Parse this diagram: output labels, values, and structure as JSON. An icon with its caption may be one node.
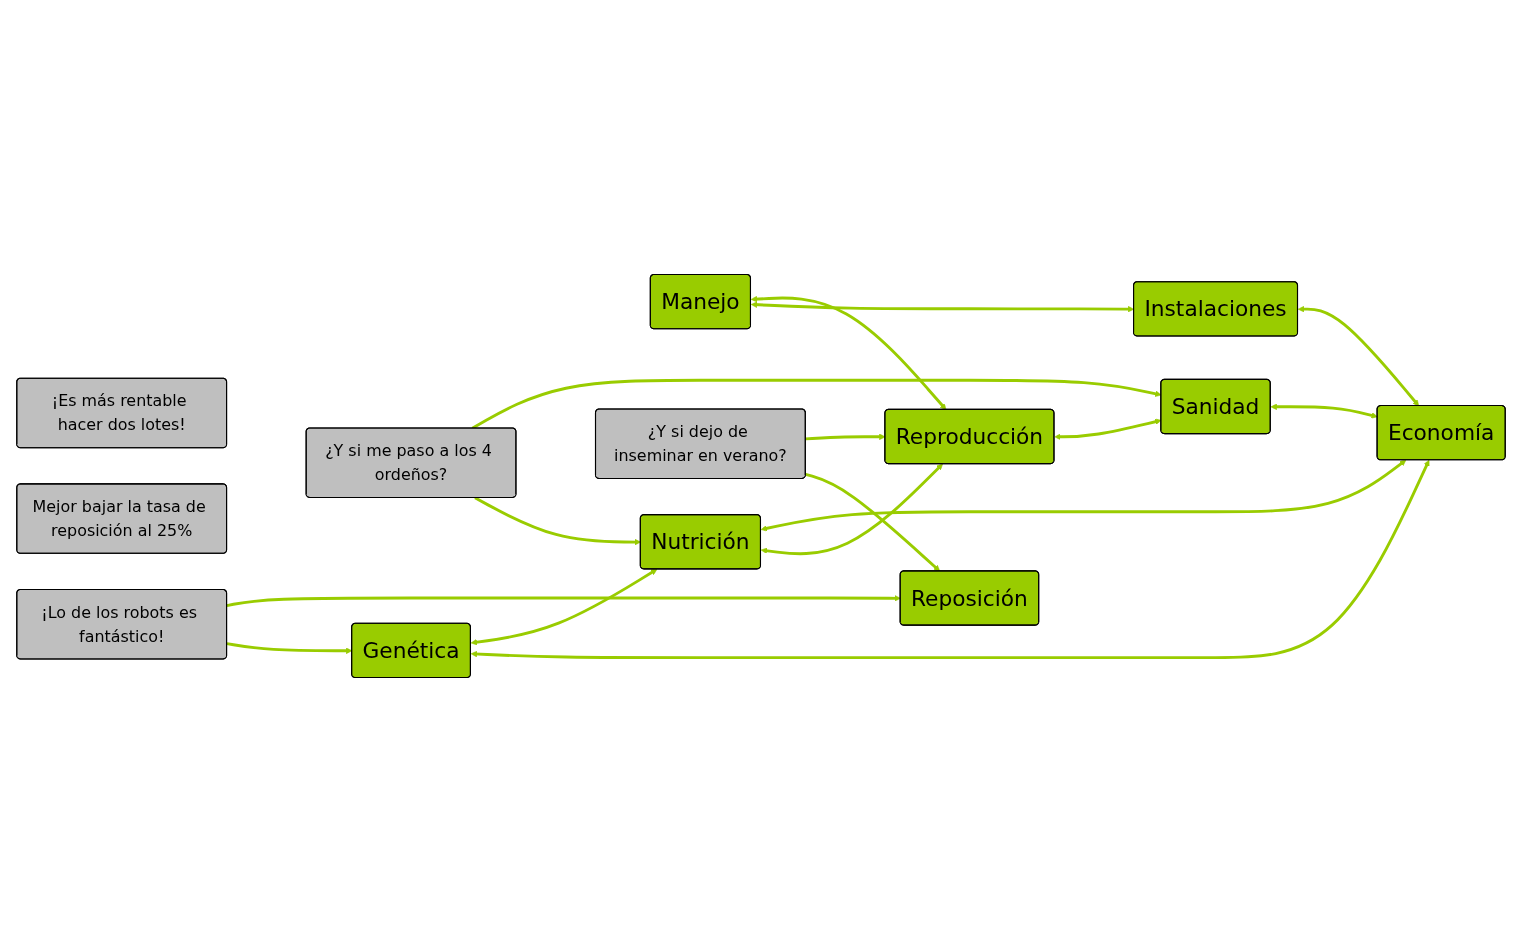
{
  "diagram": {
    "nodes": [
      {
        "text": [
          "Manejo"
        ]
      },
      {
        "text": [
          "Sanidad"
        ]
      },
      {
        "text": [
          "¿Y si me paso a los 4 ordeños?"
        ]
      },
      {
        "text": [
          "Nutrición"
        ]
      },
      {
        "text": [
          "Economía"
        ]
      },
      {
        "text": [
          "¡Es más rentable hacer dos lotes!"
        ]
      },
      {
        "text": [
          "Mejor bajar la tasa de reposición al 25%"
        ]
      },
      {
        "text": [
          "Reproducción"
        ]
      },
      {
        "text": [
          "¿Y si dejo de inseminar en verano?"
        ]
      },
      {
        "text": [
          "Reposición"
        ]
      },
      {
        "text": [
          "¡Lo de los robots es fantástico!"
        ]
      },
      {
        "text": [
          "Genética"
        ]
      },
      {
        "text": [
          "Instalaciones"
        ]
      }
    ],
    "edges": [
      {
        "from": 0,
        "to": 7,
        "arrow": "both"
      },
      {
        "from": 0,
        "to": 12,
        "arrow": "both"
      },
      {
        "from": 2,
        "to": 1,
        "arrow": "to"
      },
      {
        "from": 2,
        "to": 3,
        "arrow": "to"
      },
      {
        "from": 3,
        "to": 4,
        "arrow": "both"
      },
      {
        "from": 3,
        "to": 7,
        "arrow": "both"
      },
      {
        "from": 11,
        "to": 3,
        "arrow": "both"
      },
      {
        "from": 1,
        "to": 4,
        "arrow": "both"
      },
      {
        "from": 7,
        "to": 1,
        "arrow": "both"
      },
      {
        "from": 11,
        "to": 4,
        "arrow": "both"
      },
      {
        "from": 12,
        "to": 4,
        "arrow": "both"
      },
      {
        "from": 8,
        "to": 7,
        "arrow": "to"
      },
      {
        "from": 8,
        "to": 9,
        "arrow": "to"
      },
      {
        "from": 10,
        "to": 9,
        "arrow": "to"
      },
      {
        "from": 10,
        "to": 11,
        "arrow": "to"
      }
    ]
  }
}
